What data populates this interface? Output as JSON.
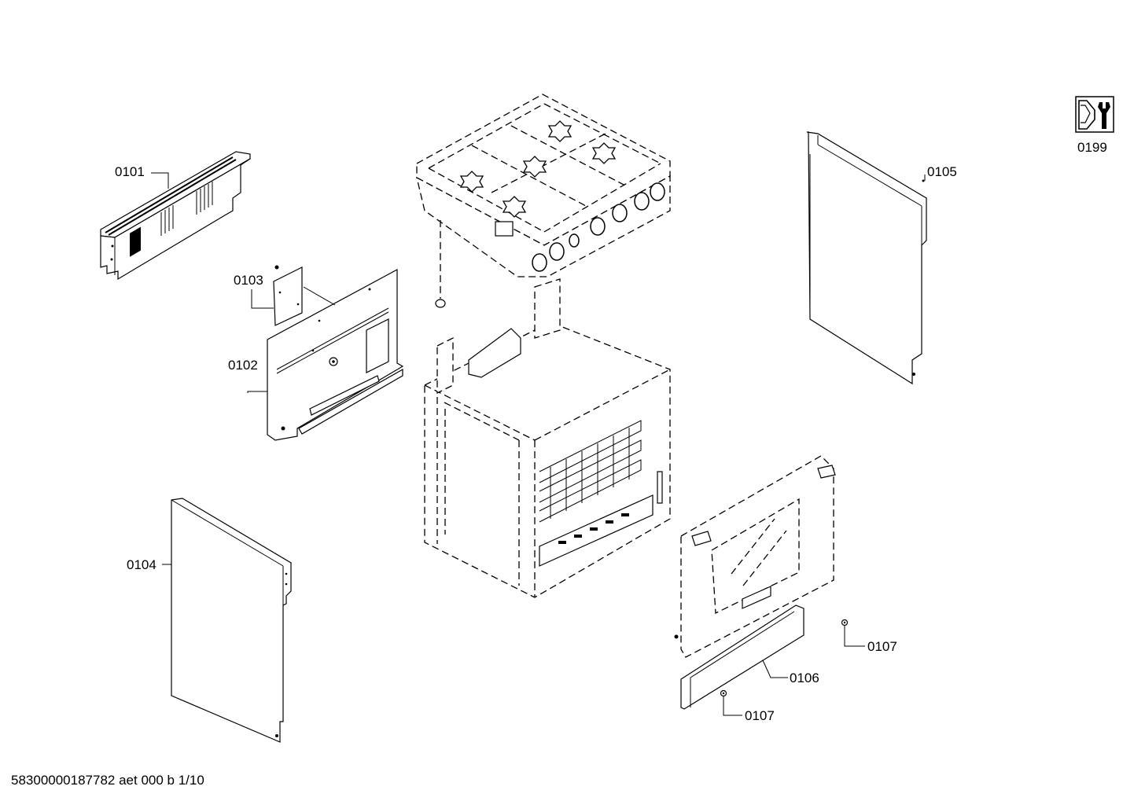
{
  "diagram": {
    "part_labels": {
      "p0101": "0101",
      "p0102": "0102",
      "p0103": "0103",
      "p0104": "0104",
      "p0105": "0105",
      "p0106": "0106",
      "p0107a": "0107",
      "p0107b": "0107",
      "p0199": "0199"
    },
    "footer_code": "58300000187782 aet 000 b 1/10",
    "service_icon": "wrench-service-icon"
  }
}
